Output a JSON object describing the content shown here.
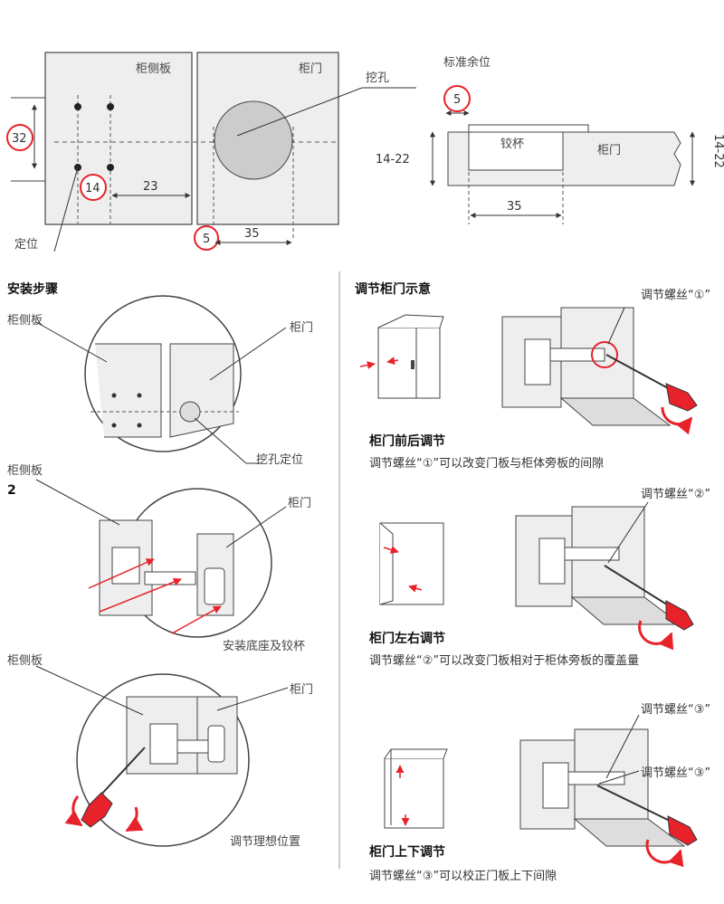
{
  "top": {
    "cabinet_side_panel": "柜侧板",
    "cabinet_door": "柜门",
    "dig_hole": "挖孔",
    "dim_32": "32",
    "dim_14": "14",
    "dim_23": "23",
    "dim_5": "5",
    "dim_35": "35",
    "positioning": "定位",
    "standard_margin": "标准余位",
    "hinge_cup": "铰杯",
    "dim_14_22": "14-22"
  },
  "left": {
    "heading": "安装步骤",
    "step1": {
      "side": "柜侧板",
      "door": "柜门",
      "caption": "挖孔定位"
    },
    "step2": {
      "side": "柜侧板",
      "number": "2",
      "door": "柜门",
      "caption": "安装底座及铰杯"
    },
    "step3": {
      "side": "柜侧板",
      "door": "柜门",
      "caption": "调节理想位置"
    }
  },
  "right": {
    "heading": "调节柜门示意",
    "items": [
      {
        "screw_label": "调节螺丝“①”",
        "title": "柜门前后调节",
        "desc": "调节螺丝“①”可以改变门板与柜体旁板的间隙"
      },
      {
        "screw_label": "调节螺丝“②”",
        "title": "柜门左右调节",
        "desc": "调节螺丝“②”可以改变门板相对于柜体旁板的覆盖量"
      },
      {
        "screw_label_a": "调节螺丝“③”",
        "screw_label_b": "调节螺丝“③”",
        "title": "柜门上下调节",
        "desc": "调节螺丝“③”可以校正门板上下间隙"
      }
    ]
  },
  "colors": {
    "accent": "#e8222a",
    "panel": "#eeeeee",
    "line": "#444444"
  }
}
